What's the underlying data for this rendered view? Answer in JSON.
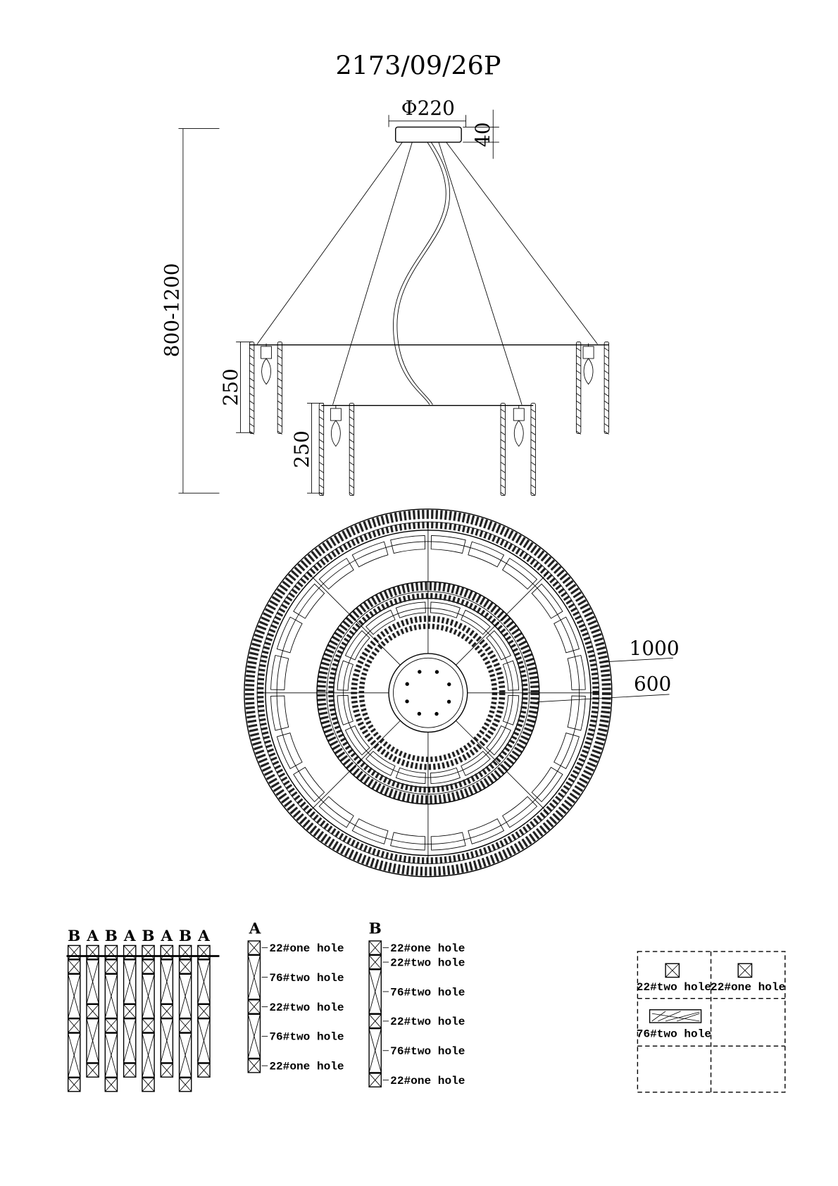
{
  "title": "2173/09/26P",
  "side_view": {
    "canopy_diameter": "Φ220",
    "canopy_height": "40",
    "total_height": "800-1200",
    "outer_ring_height": "250",
    "inner_ring_height": "250"
  },
  "top_view": {
    "outer_diameter": "1000",
    "inner_diameter": "600"
  },
  "strand_sequence": [
    "B",
    "A",
    "B",
    "A",
    "B",
    "A",
    "B",
    "A"
  ],
  "strand_a": {
    "label": "A",
    "parts": [
      "22#one hole",
      "76#two hole",
      "22#two hole",
      "76#two hole",
      "22#one hole"
    ]
  },
  "strand_b": {
    "label": "B",
    "parts": [
      "22#one hole",
      "22#two hole",
      "76#two hole",
      "22#two hole",
      "76#two hole",
      "22#one hole"
    ]
  },
  "legend": {
    "items": [
      "22#two hole",
      "22#one hole",
      "76#two hole"
    ]
  }
}
